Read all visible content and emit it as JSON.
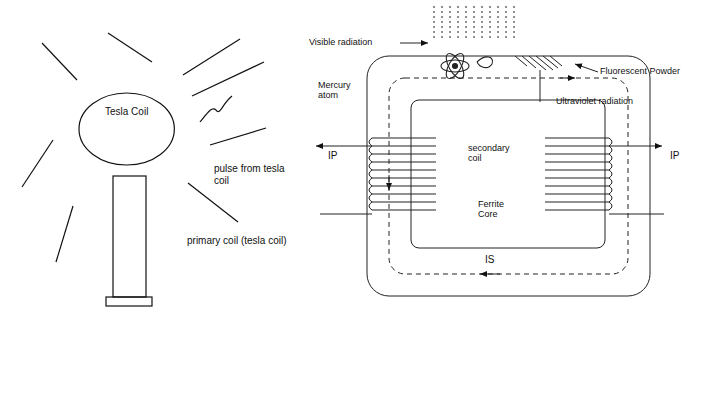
{
  "diagram": {
    "nodes": [
      {
        "text": [
          "Tesla Coil"
        ]
      }
    ],
    "labels": [
      "pulse from tesla coil",
      "primary coil (tesla coil)",
      "Visible radiation",
      "Mercury atom",
      "Fluorescent Powder",
      "Ultraviolet radiation",
      "secondary coil",
      "Ferrite Core",
      "IP",
      "IP",
      "IS"
    ]
  }
}
